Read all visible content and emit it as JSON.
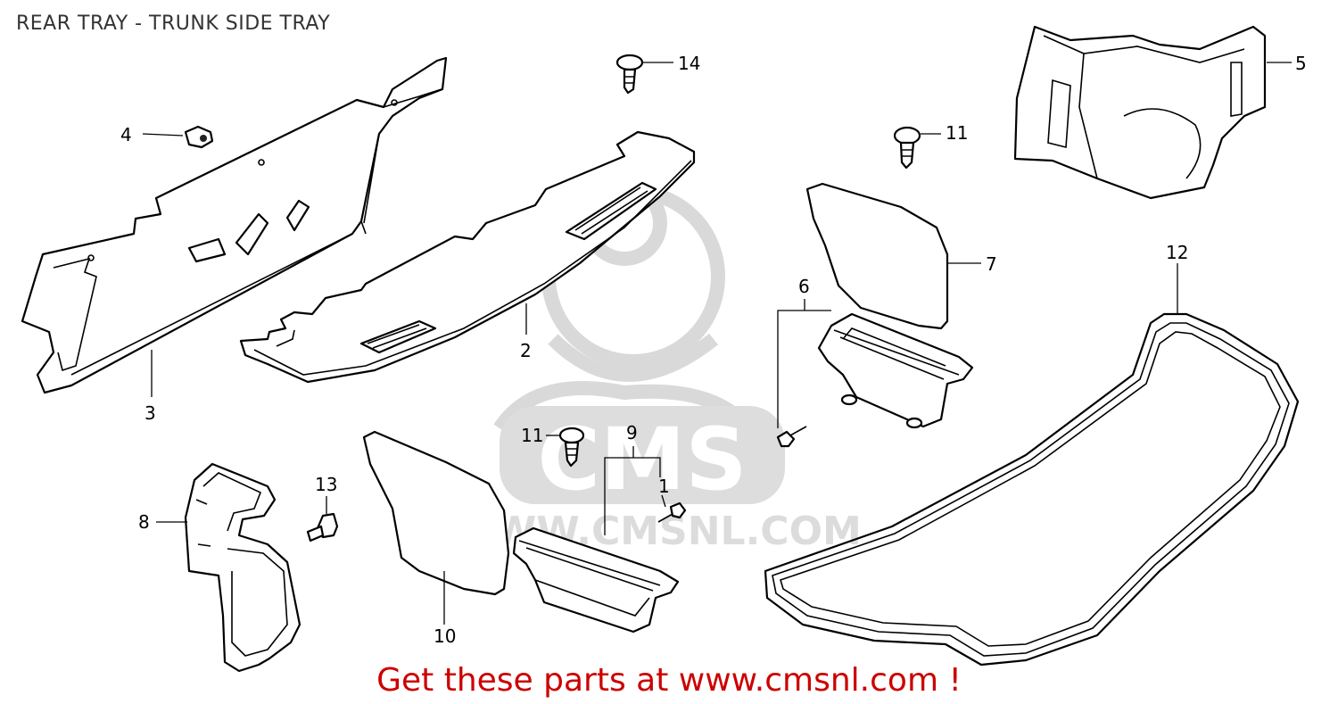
{
  "title": "REAR TRAY - TRUNK SIDE TRAY",
  "footer": {
    "text": "Get these parts at www.cmsnl.com !",
    "color": "#cc0000"
  },
  "watermark": {
    "logo": "CMS",
    "url": "WWW.CMSNL.COM"
  },
  "callouts": [
    {
      "id": "c1",
      "label": "1"
    },
    {
      "id": "c2",
      "label": "2"
    },
    {
      "id": "c3",
      "label": "3"
    },
    {
      "id": "c4",
      "label": "4"
    },
    {
      "id": "c5",
      "label": "5"
    },
    {
      "id": "c6",
      "label": "6"
    },
    {
      "id": "c7",
      "label": "7"
    },
    {
      "id": "c8",
      "label": "8"
    },
    {
      "id": "c9",
      "label": "9"
    },
    {
      "id": "c10",
      "label": "10"
    },
    {
      "id": "c11a",
      "label": "11"
    },
    {
      "id": "c11b",
      "label": "11"
    },
    {
      "id": "c12",
      "label": "12"
    },
    {
      "id": "c13",
      "label": "13"
    },
    {
      "id": "c14",
      "label": "14"
    }
  ]
}
